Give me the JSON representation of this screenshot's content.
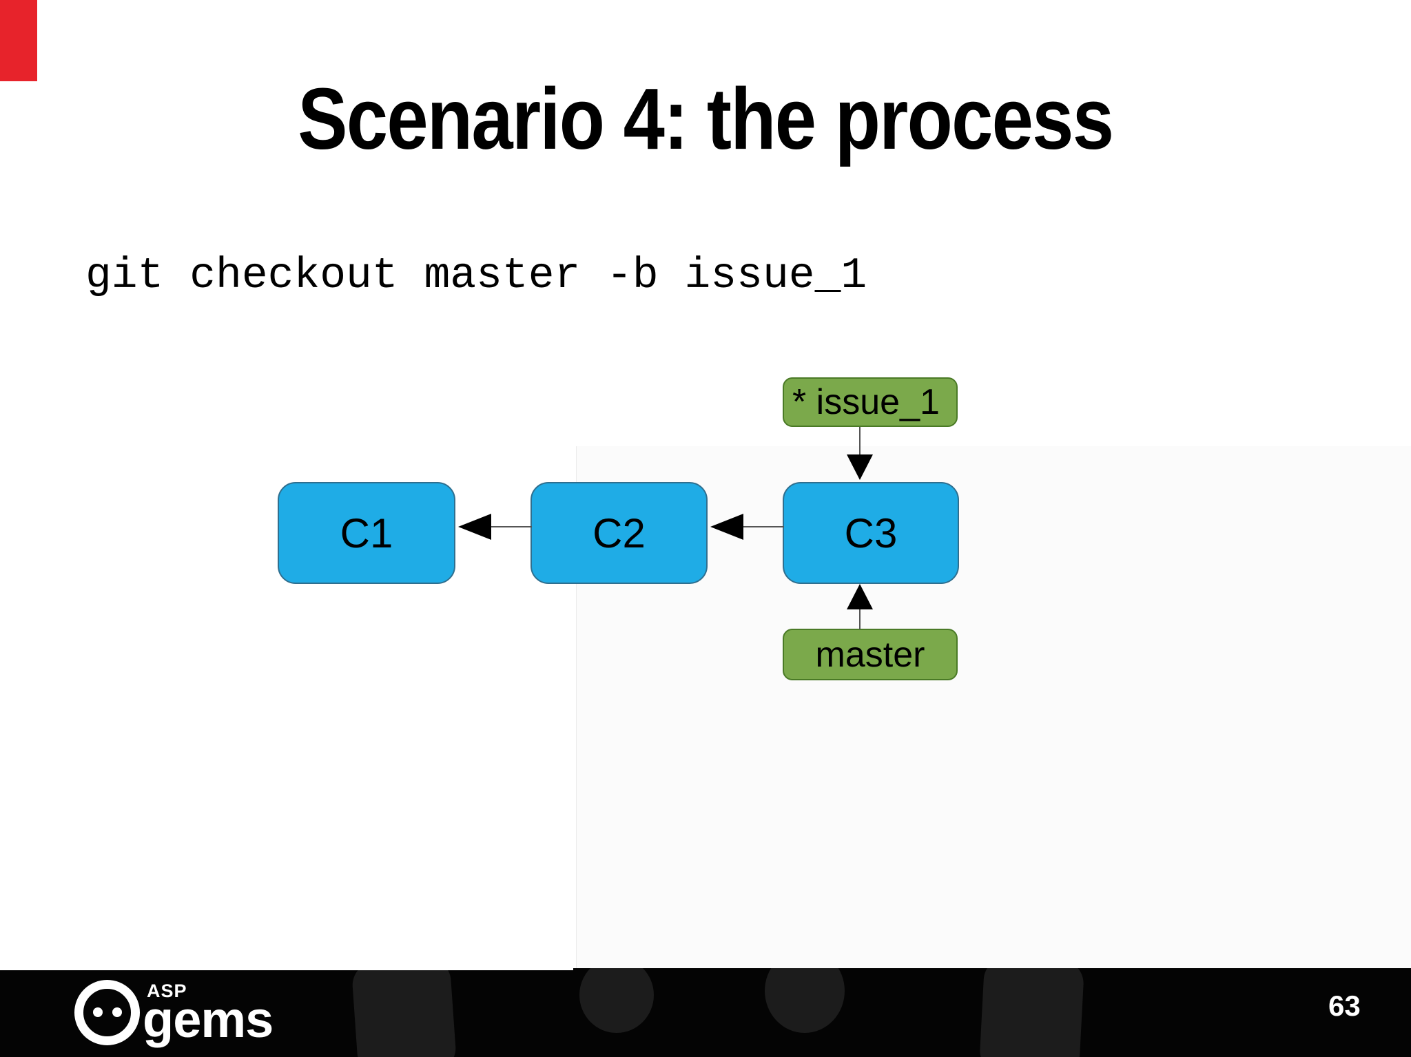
{
  "slide": {
    "title": "Scenario 4: the process",
    "command": "git checkout master -b issue_1"
  },
  "diagram": {
    "type": "git-commit-graph",
    "commits": [
      {
        "id": "C1"
      },
      {
        "id": "C2"
      },
      {
        "id": "C3"
      }
    ],
    "edges": [
      {
        "from": "C2",
        "to": "C1",
        "direction": "left"
      },
      {
        "from": "C3",
        "to": "C2",
        "direction": "left"
      },
      {
        "from": "issue_1",
        "to": "C3",
        "direction": "down"
      },
      {
        "from": "master",
        "to": "C3",
        "direction": "up"
      }
    ],
    "branches": [
      {
        "label": "* issue_1",
        "current": true,
        "points_to": "C3"
      },
      {
        "label": "master",
        "current": false,
        "points_to": "C3"
      }
    ]
  },
  "footer": {
    "logo_top": "ASP",
    "logo_main": "gems",
    "page_number": "63"
  },
  "colors": {
    "commit_fill": "#1face6",
    "commit_border": "#2f6f8f",
    "branch_fill": "#7ba94b",
    "branch_border": "#4a7a26",
    "red_marker": "#e7232b",
    "footer_bg": "#040404",
    "footer_decor": "#1c1c1c",
    "text": "#000000",
    "footer_text": "#ffffff"
  }
}
